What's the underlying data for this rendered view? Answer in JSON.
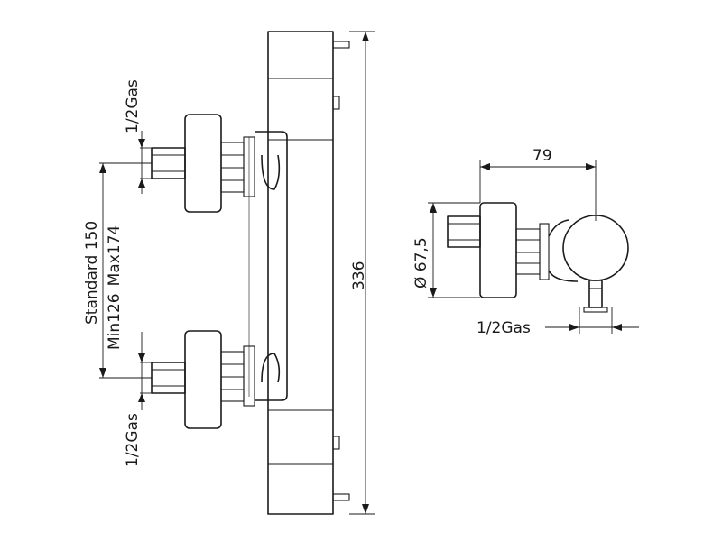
{
  "front_view": {
    "inlet_top_label": "1/2Gas",
    "inlet_bottom_label": "1/2Gas",
    "centers_standard": "Standard 150",
    "centers_range_min": "Min126",
    "centers_range_max": "Max174",
    "overall_length": "336"
  },
  "side_view": {
    "depth": "79",
    "diameter": "Ø 67,5",
    "outlet_label": "1/2Gas"
  },
  "colors": {
    "line": "#1a1a1a",
    "detail_gray": "#8a8a8a",
    "background": "#ffffff"
  }
}
